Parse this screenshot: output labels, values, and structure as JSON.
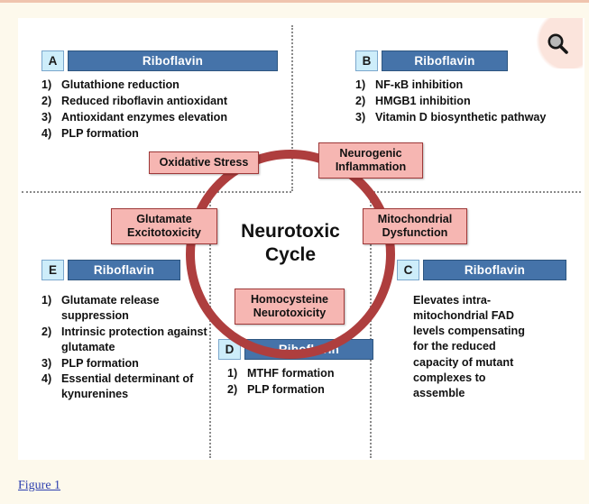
{
  "caption": "Figure 1",
  "icons": {
    "zoom": "search-icon"
  },
  "center": {
    "line1": "Neurotoxic",
    "line2": "Cycle"
  },
  "nodes": [
    {
      "id": "oxidative-stress",
      "label": "Oxidative Stress"
    },
    {
      "id": "neurogenic-inflammation",
      "line1": "Neurogenic",
      "line2": "Inflammation"
    },
    {
      "id": "mitochondrial-dysfunction",
      "line1": "Mitochondrial",
      "line2": "Dysfunction"
    },
    {
      "id": "homocysteine-neurotoxicity",
      "line1": "Homocysteine",
      "line2": "Neurotoxicity"
    },
    {
      "id": "glutamate-excitotoxicity",
      "line1": "Glutamate",
      "line2": "Excitotoxicity"
    }
  ],
  "panels": {
    "a": {
      "letter": "A",
      "title": "Riboflavin",
      "items": [
        {
          "num": "1)",
          "text": "Glutathione reduction"
        },
        {
          "num": "2)",
          "text": "Reduced riboflavin antioxidant"
        },
        {
          "num": "3)",
          "text": "Antioxidant enzymes elevation"
        },
        {
          "num": "4)",
          "text": "PLP formation"
        }
      ]
    },
    "b": {
      "letter": "B",
      "title": "Riboflavin",
      "items": [
        {
          "num": "1)",
          "text": "NF-κB inhibition"
        },
        {
          "num": "2)",
          "text": "HMGB1 inhibition"
        },
        {
          "num": "3)",
          "text": "Vitamin D biosynthetic pathway"
        }
      ]
    },
    "c": {
      "letter": "C",
      "title": "Riboflavin",
      "paragraph": "Elevates intra-mitochondrial FAD levels compensating for the reduced capacity of mutant complexes to assemble"
    },
    "d": {
      "letter": "D",
      "title": "Riboflavin",
      "items": [
        {
          "num": "1)",
          "text": "MTHF formation"
        },
        {
          "num": "2)",
          "text": "PLP formation"
        }
      ]
    },
    "e": {
      "letter": "E",
      "title": "Riboflavin",
      "items": [
        {
          "num": "1)",
          "text": "Glutamate release suppression"
        },
        {
          "num": "2)",
          "text": "Intrinsic protection against glutamate"
        },
        {
          "num": "3)",
          "text": "PLP formation"
        },
        {
          "num": "4)",
          "text": "Essential determinant of kynurenines"
        }
      ]
    }
  },
  "colors": {
    "page_background": "#FDF9EC",
    "panel_background": "#FFFFFF",
    "header_blue": "#4573A9",
    "letter_box_blue": "#CDEDFA",
    "ring_red": "#AE3E3E",
    "node_pink": "#F6B6B2",
    "link_blue": "#2C3FAF"
  }
}
